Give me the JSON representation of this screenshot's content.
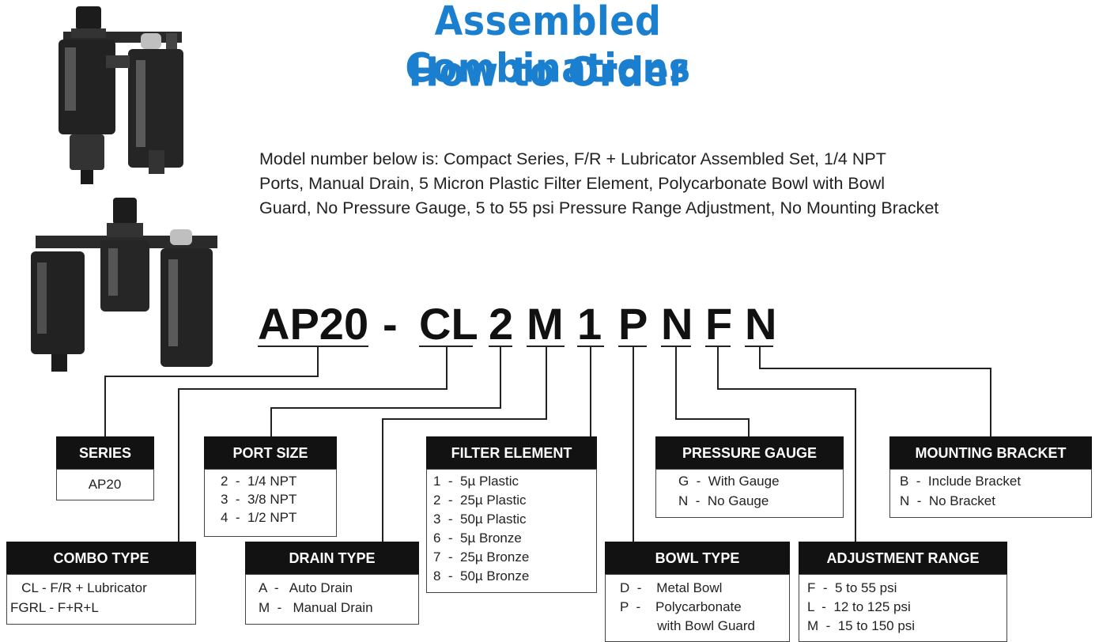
{
  "header": {
    "title": "Assembled Combinations",
    "subtitle": "How to Order"
  },
  "intro": {
    "line1": "Model number below is: Compact Series, F/R + Lubricator Assembled Set, 1/4 NPT",
    "line2": "Ports, Manual Drain, 5 Micron Plastic Filter Element, Polycarbonate Bowl with Bowl",
    "line3": "Guard, No Pressure Gauge, 5 to 55 psi Pressure Range Adjustment, No Mounting Bracket"
  },
  "model_code": {
    "series": "AP20",
    "dash": "-",
    "combo": "CL",
    "port": "2",
    "drain": "M",
    "filter": "1",
    "bowl": "P",
    "gauge": "N",
    "range": "F",
    "bracket": "N"
  },
  "series_box": {
    "header": "SERIES",
    "options": [
      "AP20"
    ]
  },
  "port_box": {
    "header": "PORT SIZE",
    "options": [
      "2  -  1/4 NPT",
      "3  -  3/8 NPT",
      "4  -  1/2 NPT"
    ]
  },
  "filter_box": {
    "header": "FILTER ELEMENT",
    "options": [
      "1  -  5µ Plastic",
      "2  -  25µ Plastic",
      "3  -  50µ Plastic",
      "6  -  5µ Bronze",
      "7  -  25µ Bronze",
      "8  -  50µ Bronze"
    ]
  },
  "gauge_box": {
    "header": "PRESSURE GAUGE",
    "options": [
      "G  -  With Gauge",
      "N  -  No Gauge"
    ]
  },
  "bracket_box": {
    "header": "MOUNTING BRACKET",
    "options": [
      "B  -  Include Bracket",
      "N  -  No Bracket"
    ]
  },
  "combo_box": {
    "header": "COMBO TYPE",
    "options": [
      "   CL - F/R + Lubricator",
      "FGRL - F+R+L"
    ]
  },
  "drain_box": {
    "header": "DRAIN TYPE",
    "options": [
      "A  -   Auto Drain",
      "M  -   Manual Drain"
    ]
  },
  "bowl_box": {
    "header": "BOWL TYPE",
    "options": [
      "D  -    Metal Bowl",
      "P  -    Polycarbonate",
      "          with Bowl Guard"
    ]
  },
  "range_box": {
    "header": "ADJUSTMENT RANGE",
    "options": [
      "F  -  5 to 55 psi",
      "L  -  12 to 125 psi",
      "M  -  15 to 150 psi"
    ]
  },
  "colors": {
    "title": "#1b7fd0",
    "header_bg": "#121212",
    "header_text": "#ffffff"
  }
}
